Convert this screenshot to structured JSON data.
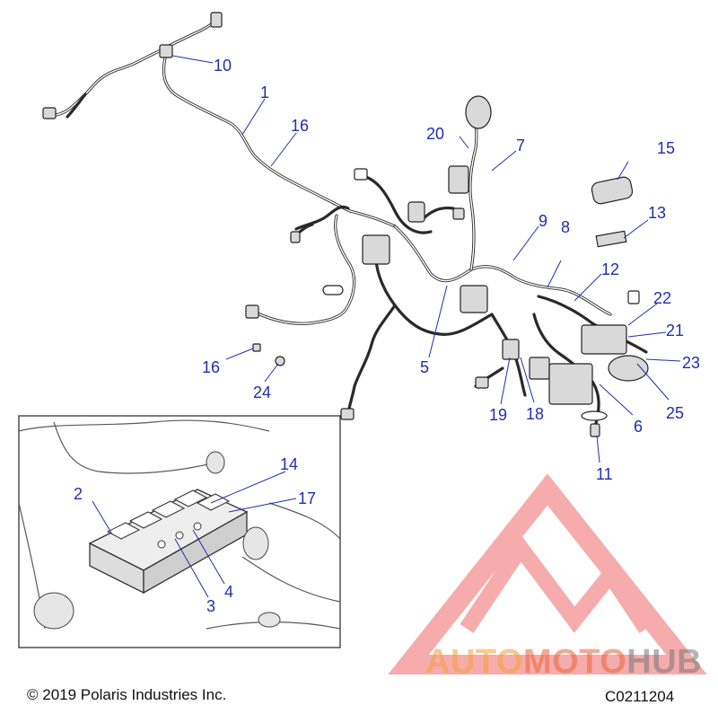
{
  "callouts": [
    {
      "id": "c1",
      "label": "1"
    },
    {
      "id": "c2",
      "label": "2"
    },
    {
      "id": "c3",
      "label": "3"
    },
    {
      "id": "c4",
      "label": "4"
    },
    {
      "id": "c5",
      "label": "5"
    },
    {
      "id": "c6",
      "label": "6"
    },
    {
      "id": "c7",
      "label": "7"
    },
    {
      "id": "c8",
      "label": "8"
    },
    {
      "id": "c9",
      "label": "9"
    },
    {
      "id": "c10",
      "label": "10"
    },
    {
      "id": "c11",
      "label": "11"
    },
    {
      "id": "c12",
      "label": "12"
    },
    {
      "id": "c13",
      "label": "13"
    },
    {
      "id": "c14",
      "label": "14"
    },
    {
      "id": "c15",
      "label": "15"
    },
    {
      "id": "c16a",
      "label": "16"
    },
    {
      "id": "c16b",
      "label": "16"
    },
    {
      "id": "c17",
      "label": "17"
    },
    {
      "id": "c18",
      "label": "18"
    },
    {
      "id": "c19",
      "label": "19"
    },
    {
      "id": "c20",
      "label": "20"
    },
    {
      "id": "c21",
      "label": "21"
    },
    {
      "id": "c22",
      "label": "22"
    },
    {
      "id": "c23",
      "label": "23"
    },
    {
      "id": "c24",
      "label": "24"
    },
    {
      "id": "c25",
      "label": "25"
    }
  ],
  "footer": {
    "copyright": "© 2019 Polaris Industries Inc.",
    "drawing_code": "C0211204"
  },
  "watermark": {
    "part1": "AUTO",
    "part2": "MOTO",
    "part3": "HUB",
    "color_auto": "#f2a23a",
    "color_moto": "#e8663a",
    "color_hub": "#777777",
    "logo_color": "#f06a6a"
  },
  "colors": {
    "callout": "#1f2fb0"
  }
}
